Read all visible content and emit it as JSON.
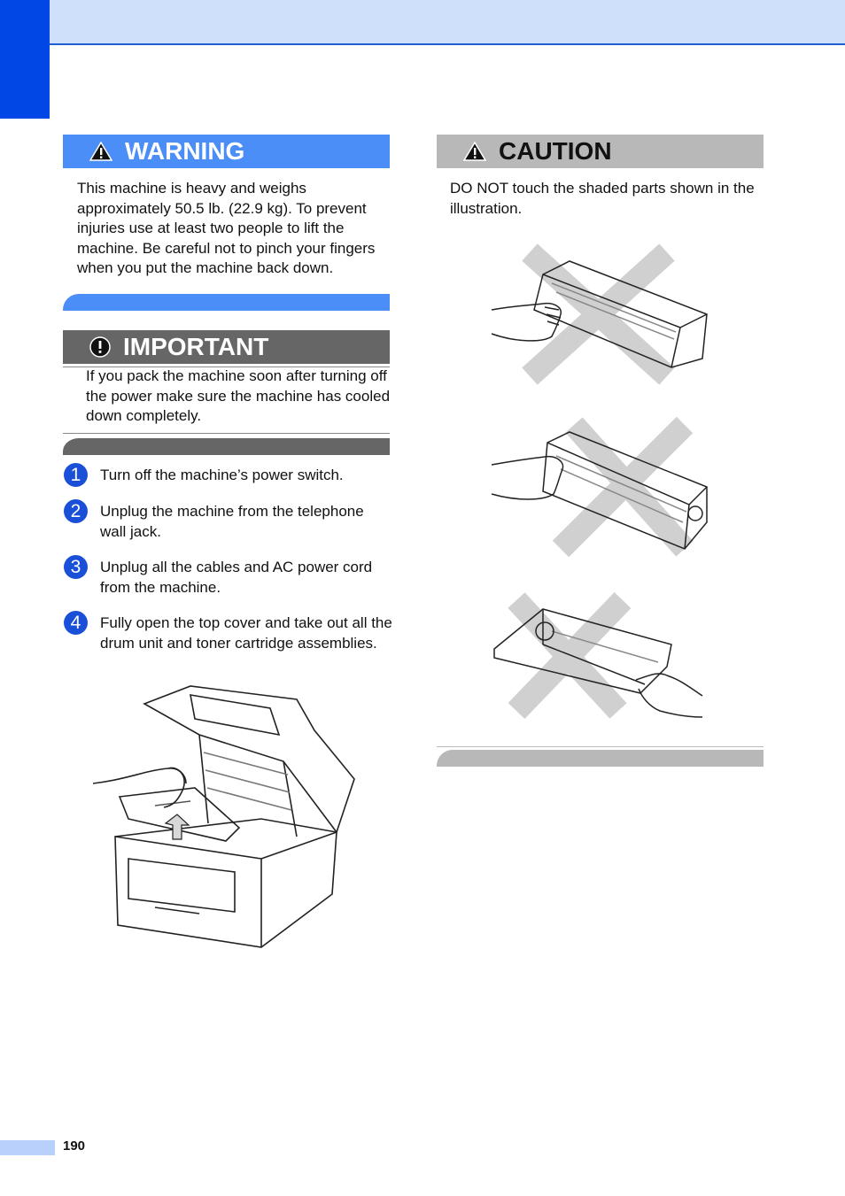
{
  "warning": {
    "title": "WARNING",
    "text": "This machine is heavy and weighs approximately 50.5 lb. (22.9 kg). To prevent injuries use at least two people to lift the machine. Be careful not to pinch your fingers when you put the machine back down."
  },
  "important": {
    "title": "IMPORTANT",
    "text": "If you pack the machine soon after turning off the power make sure the machine has cooled down completely."
  },
  "caution": {
    "title": "CAUTION",
    "text": "DO NOT touch the shaded parts shown in the illustration."
  },
  "steps": [
    {
      "num": "1",
      "text": "Turn off the machine’s power switch."
    },
    {
      "num": "2",
      "text": "Unplug the machine from the telephone wall jack."
    },
    {
      "num": "3",
      "text": "Unplug all the cables and AC power cord from the machine."
    },
    {
      "num": "4",
      "text": "Fully open the top cover and take out all the drum unit and toner cartridge assemblies."
    }
  ],
  "page_number": "190",
  "colors": {
    "accent": "#0047e6",
    "warning": "#4b8ef7",
    "important": "#666666",
    "caution": "#b8b8b8"
  }
}
